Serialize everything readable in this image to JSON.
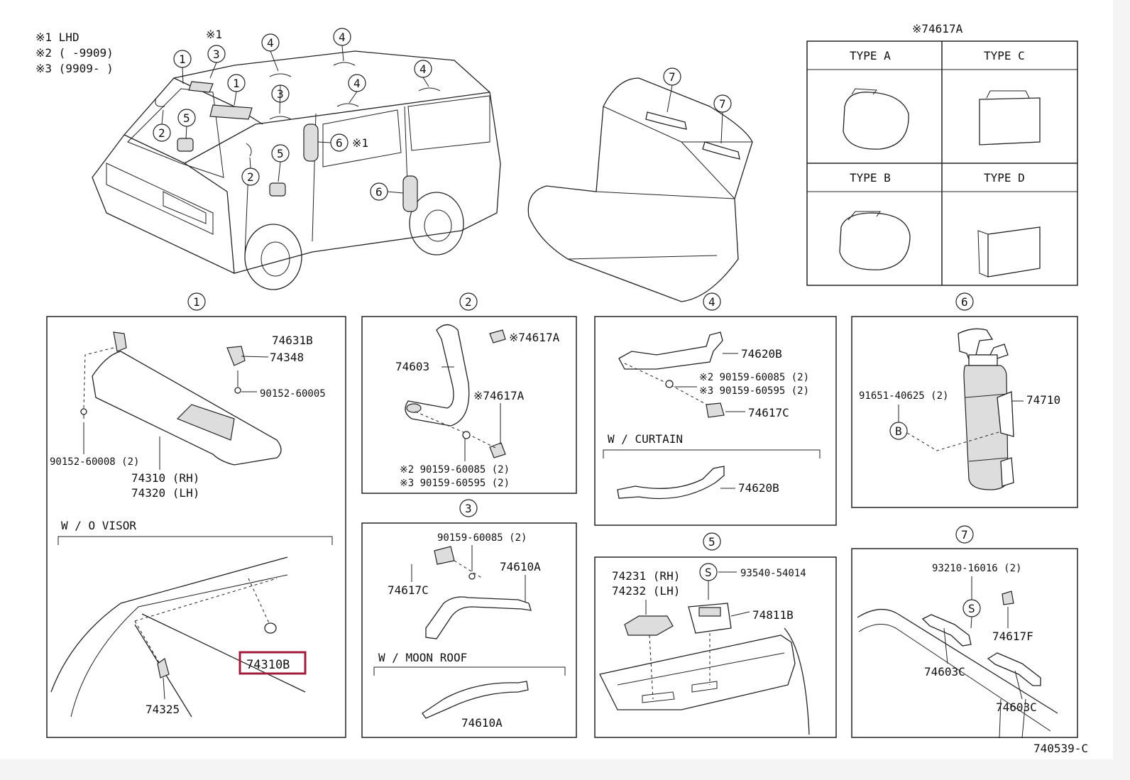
{
  "legend": {
    "note1": "※1 LHD",
    "note2": "※2 (      -9909)",
    "note3": "※3 (9909-      )"
  },
  "overview": {
    "callouts": [
      "1",
      "1",
      "2",
      "2",
      "3",
      "3",
      "4",
      "4",
      "4",
      "4",
      "5",
      "5",
      "6",
      "6"
    ],
    "mark_note": "※1",
    "mark_note_6": "※1"
  },
  "seat_callouts": [
    "7",
    "7"
  ],
  "types_table": {
    "header": "※74617A",
    "cells": [
      "TYPE A",
      "TYPE C",
      "TYPE B",
      "TYPE D"
    ]
  },
  "panels": {
    "p1": {
      "num": "1",
      "labels": [
        "74631B",
        "74348",
        "90152-60005",
        "90152-60008 (2)",
        "74310 (RH)",
        "74320 (LH)"
      ],
      "sub_heading": "W / O  VISOR",
      "sub_labels": [
        "74310B",
        "74325"
      ]
    },
    "p2": {
      "num": "2",
      "labels": [
        "※74617A",
        "74603",
        "※74617A",
        "※2  90159-60085 (2)",
        "※3  90159-60595 (2)"
      ]
    },
    "p3": {
      "num": "3",
      "labels": [
        "90159-60085 (2)",
        "74610A",
        "74617C"
      ],
      "sub_heading": "W / MOON  ROOF",
      "sub_labels": [
        "74610A"
      ]
    },
    "p4": {
      "num": "4",
      "labels": [
        "74620B",
        "※2  90159-60085 (2)",
        "※3  90159-60595 (2)",
        "74617C"
      ],
      "sub_heading": "W / CURTAIN",
      "sub_labels": [
        "74620B"
      ]
    },
    "p5": {
      "num": "5",
      "labels": [
        "74231 (RH)",
        "74232 (LH)",
        "93540-54014",
        "74811B",
        "S"
      ]
    },
    "p6": {
      "num": "6",
      "labels": [
        "91651-40625 (2)",
        "74710",
        "B"
      ]
    },
    "p7": {
      "num": "7",
      "labels": [
        "93210-16016 (2)",
        "S",
        "74617F",
        "74603C",
        "74603C"
      ]
    }
  },
  "diagram_code": "740539-C",
  "highlight_color": "#a01c3c"
}
